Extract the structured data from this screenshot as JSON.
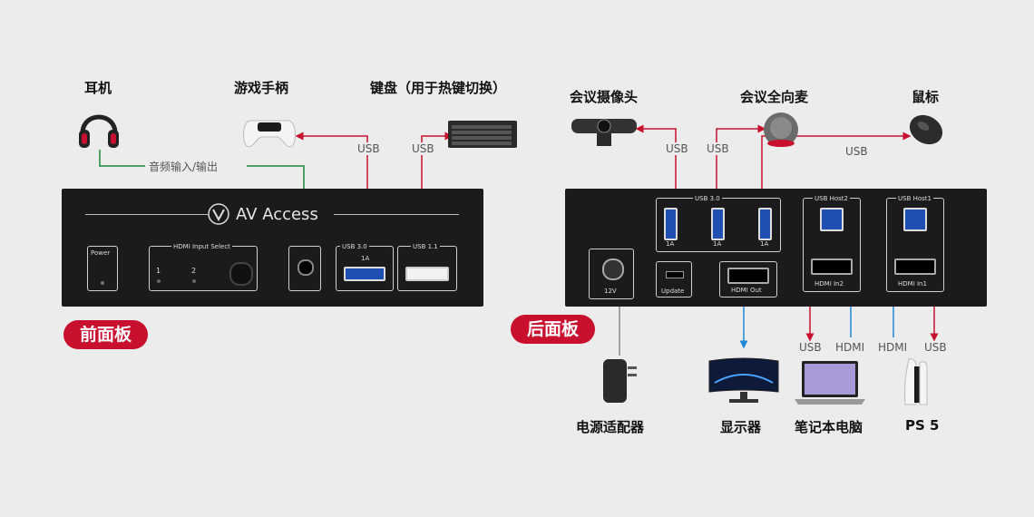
{
  "front": {
    "badge": "前面板",
    "devices": {
      "headphones": "耳机",
      "gamepad": "游戏手柄",
      "keyboard": "键盘（用于热键切换）"
    },
    "audio_line_label": "音频输入/输出",
    "usb_labels": [
      "USB",
      "USB"
    ],
    "brand": "AV Access",
    "power_label": "Power",
    "hdmi_select_label": "HDMI Input Select",
    "select_numbers": [
      "1",
      "2"
    ],
    "usb30_label": "USB 3.0",
    "usb30_current": "1A",
    "usb11_label": "USB 1.1"
  },
  "rear": {
    "badge": "后面板",
    "devices": {
      "camera": "会议摄像头",
      "mic": "会议全向麦",
      "mouse": "鼠标",
      "power_adapter": "电源适配器",
      "monitor": "显示器",
      "laptop": "笔记本电脑",
      "ps5": "PS 5"
    },
    "usb_labels_top": [
      "USB",
      "USB",
      "USB"
    ],
    "usb_hub_label": "USB 3.0",
    "usb_hub_currents": [
      "1A",
      "1A",
      "1A"
    ],
    "usb_host2_label": "USB Host2",
    "usb_host1_label": "USB Host1",
    "power_port_label": "12V",
    "update_label": "Update",
    "hdmi_out_label": "HDMI Out",
    "hdmi_in2_label": "HDMI In2",
    "hdmi_in1_label": "HDMI In1",
    "bottom_labels": [
      "USB",
      "HDMI",
      "HDMI",
      "USB"
    ]
  },
  "colors": {
    "usb_line": "#c8102e",
    "audio_line": "#1a8a3a",
    "hdmi_line": "#1e88d6",
    "power_line": "#888888"
  }
}
